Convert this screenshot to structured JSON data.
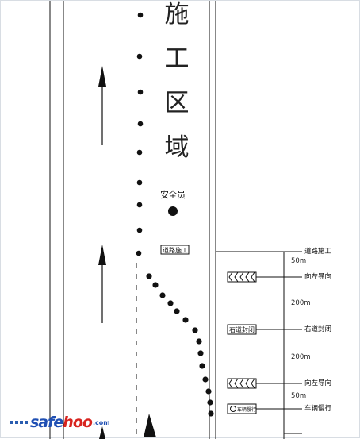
{
  "zone": {
    "chars": [
      "施",
      "工",
      "区",
      "域"
    ]
  },
  "safety_officer": {
    "label": "安全员"
  },
  "work_sign": {
    "label": "道路施工"
  },
  "right_signs": [
    {
      "id": "road-works-sign",
      "label": "道路施工"
    },
    {
      "id": "left-guide-sign-upper",
      "label": "向左导向"
    },
    {
      "id": "lane-closed-sign",
      "label": "右道封闭"
    },
    {
      "id": "left-guide-sign-lower",
      "label": "向左导向"
    },
    {
      "id": "speed-limit-sign",
      "label": "车辆慢行"
    }
  ],
  "sign_panels": {
    "road_closed_text": "右道封闭",
    "slow_text": "车辆慢行"
  },
  "distances": [
    "50m",
    "200m",
    "200m",
    "50m"
  ],
  "watermark": {
    "safe": "safe",
    "hoo": "hoo",
    "com": ".com"
  },
  "colors": {
    "line": "#111111",
    "watermark_blue": "#1f4fb3",
    "watermark_red": "#d8241f"
  }
}
